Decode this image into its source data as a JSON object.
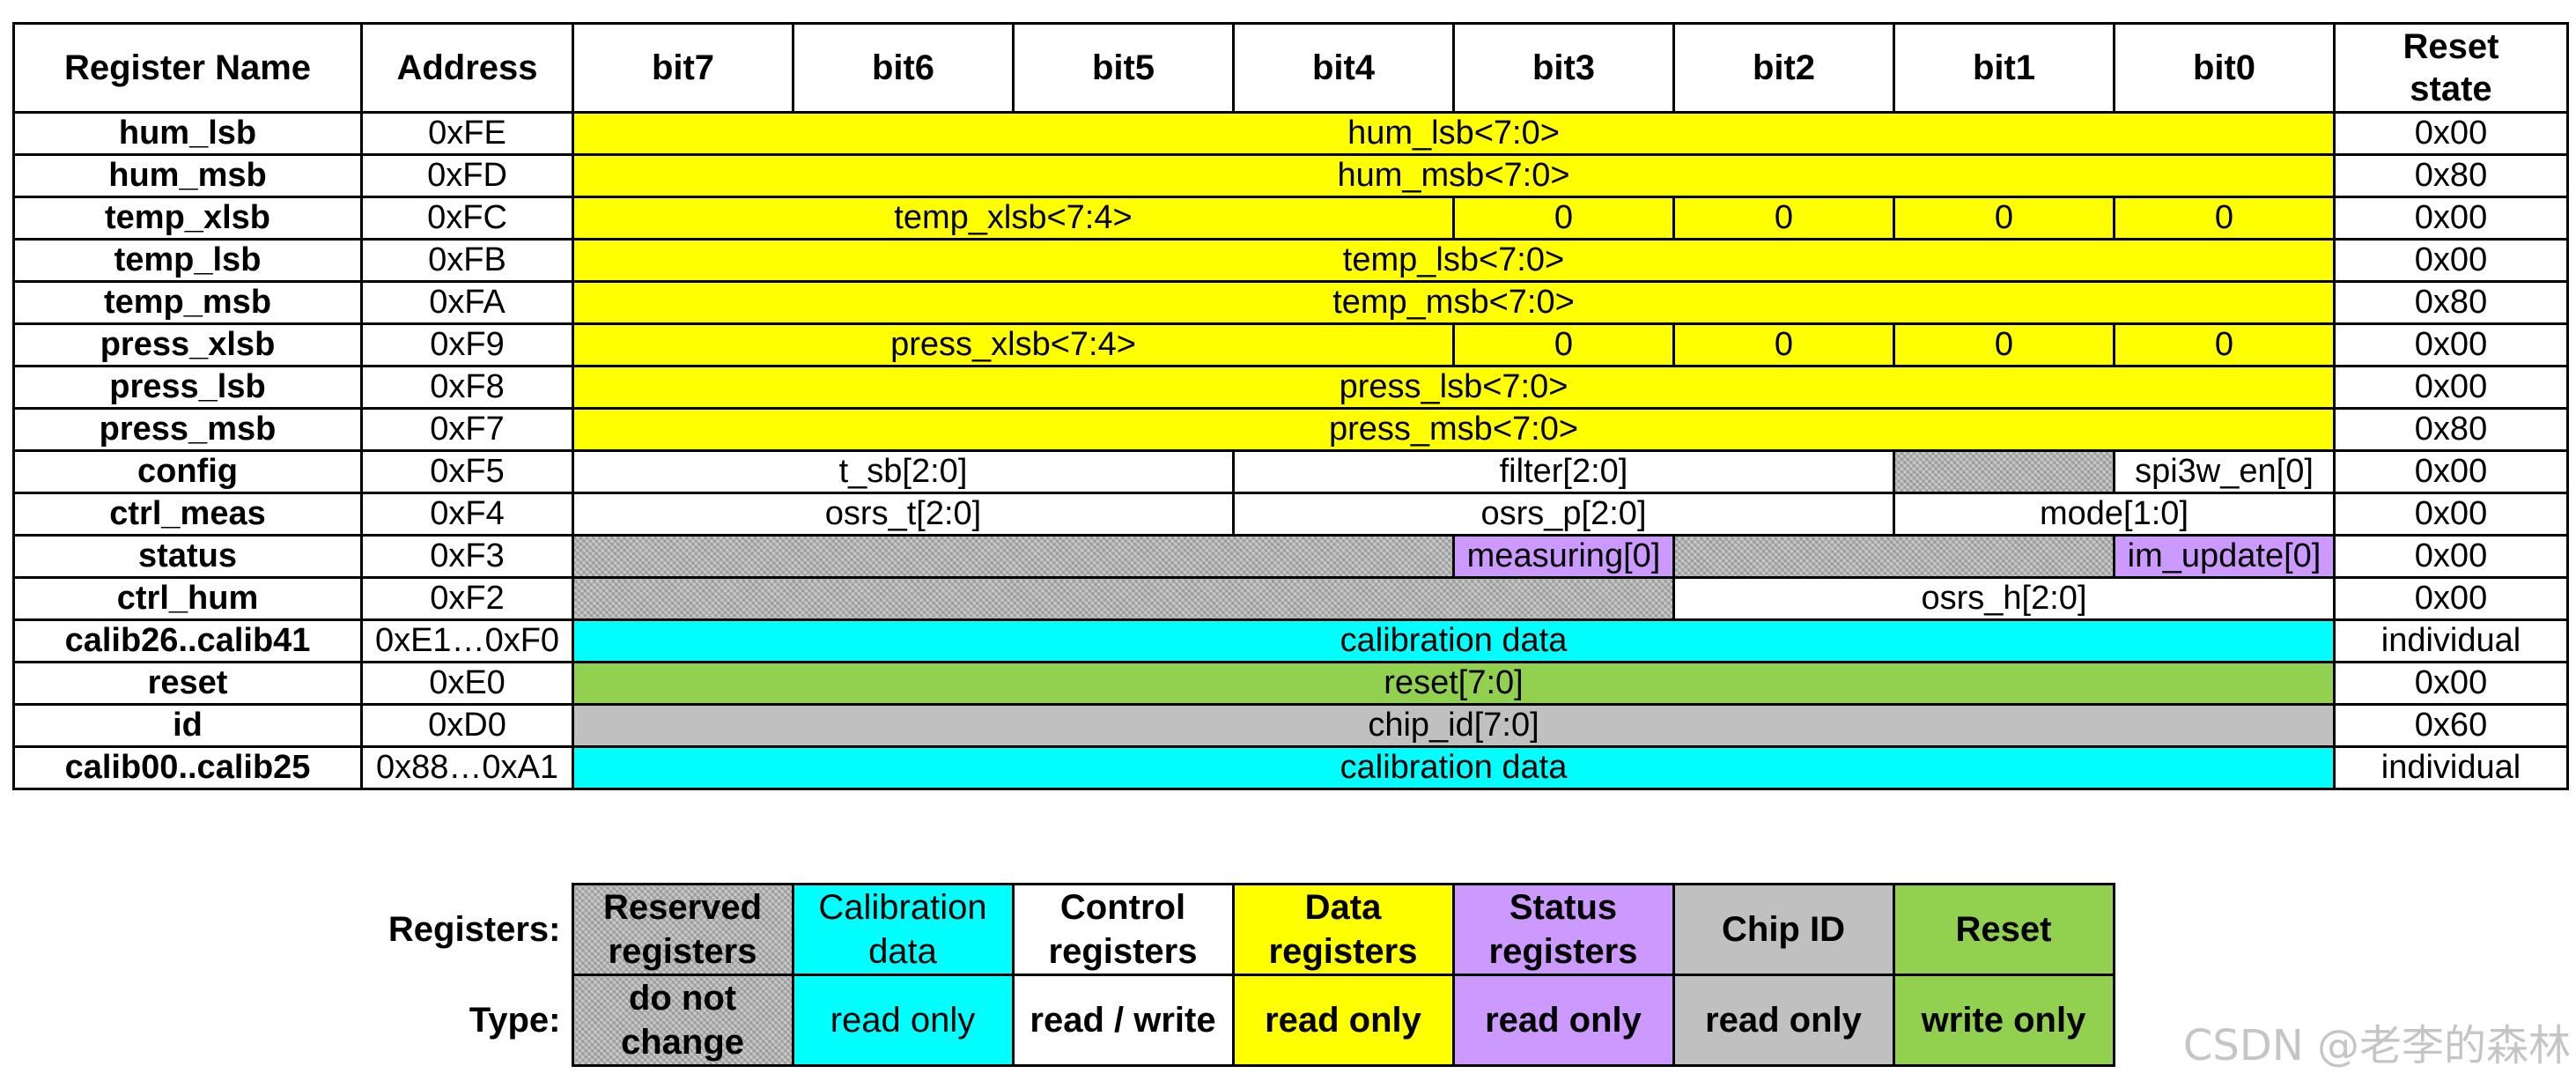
{
  "headers": {
    "name": "Register Name",
    "address": "Address",
    "bits": [
      "bit7",
      "bit6",
      "bit5",
      "bit4",
      "bit3",
      "bit2",
      "bit1",
      "bit0"
    ],
    "reset_line1": "Reset",
    "reset_line2": "state"
  },
  "registers": [
    {
      "name": "hum_lsb",
      "address": "0xFE",
      "field": "hum_lsb<7:0>",
      "reset": "0x00"
    },
    {
      "name": "hum_msb",
      "address": "0xFD",
      "field": "hum_msb<7:0>",
      "reset": "0x80"
    },
    {
      "name": "temp_xlsb",
      "address": "0xFC",
      "field": "temp_xlsb<7:4>",
      "zeros": [
        "0",
        "0",
        "0",
        "0"
      ],
      "reset": "0x00"
    },
    {
      "name": "temp_lsb",
      "address": "0xFB",
      "field": "temp_lsb<7:0>",
      "reset": "0x00"
    },
    {
      "name": "temp_msb",
      "address": "0xFA",
      "field": "temp_msb<7:0>",
      "reset": "0x80"
    },
    {
      "name": "press_xlsb",
      "address": "0xF9",
      "field": "press_xlsb<7:4>",
      "zeros": [
        "0",
        "0",
        "0",
        "0"
      ],
      "reset": "0x00"
    },
    {
      "name": "press_lsb",
      "address": "0xF8",
      "field": "press_lsb<7:0>",
      "reset": "0x00"
    },
    {
      "name": "press_msb",
      "address": "0xF7",
      "field": "press_msb<7:0>",
      "reset": "0x80"
    },
    {
      "name": "config",
      "address": "0xF5",
      "field_a": "t_sb[2:0]",
      "field_b": "filter[2:0]",
      "field_c": "spi3w_en[0]",
      "reset": "0x00"
    },
    {
      "name": "ctrl_meas",
      "address": "0xF4",
      "field_a": "osrs_t[2:0]",
      "field_b": "osrs_p[2:0]",
      "field_c": "mode[1:0]",
      "reset": "0x00"
    },
    {
      "name": "status",
      "address": "0xF3",
      "field_a": "measuring[0]",
      "field_b": "im_update[0]",
      "reset": "0x00"
    },
    {
      "name": "ctrl_hum",
      "address": "0xF2",
      "field": "osrs_h[2:0]",
      "reset": "0x00"
    },
    {
      "name": "calib26..calib41",
      "address": "0xE1…0xF0",
      "field": "calibration data",
      "reset": "individual"
    },
    {
      "name": "reset",
      "address": "0xE0",
      "field": "reset[7:0]",
      "reset": "0x00"
    },
    {
      "name": "id",
      "address": "0xD0",
      "field": "chip_id[7:0]",
      "reset": "0x60"
    },
    {
      "name": "calib00..calib25",
      "address": "0x88…0xA1",
      "field": "calibration data",
      "reset": "individual"
    }
  ],
  "legend": {
    "registers_label": "Registers:",
    "type_label": "Type:",
    "categories": [
      {
        "name_l1": "Reserved",
        "name_l2": "registers",
        "type_l1": "do not",
        "type_l2": "change",
        "color": "#c8c8c8"
      },
      {
        "name_l1": "Calibration",
        "name_l2": "data",
        "type": "read only",
        "color": "#00ffff"
      },
      {
        "name_l1": "Control",
        "name_l2": "registers",
        "type": "read / write",
        "color": "#ffffff"
      },
      {
        "name_l1": "Data",
        "name_l2": "registers",
        "type": "read only",
        "color": "#ffff00"
      },
      {
        "name_l1": "Status",
        "name_l2": "registers",
        "type": "read only",
        "color": "#cc99ff"
      },
      {
        "name": "Chip ID",
        "type": "read only",
        "color": "#c0c0c0"
      },
      {
        "name": "Reset",
        "type": "write only",
        "color": "#92d050"
      }
    ]
  },
  "watermark": "CSDN @老李的森林"
}
